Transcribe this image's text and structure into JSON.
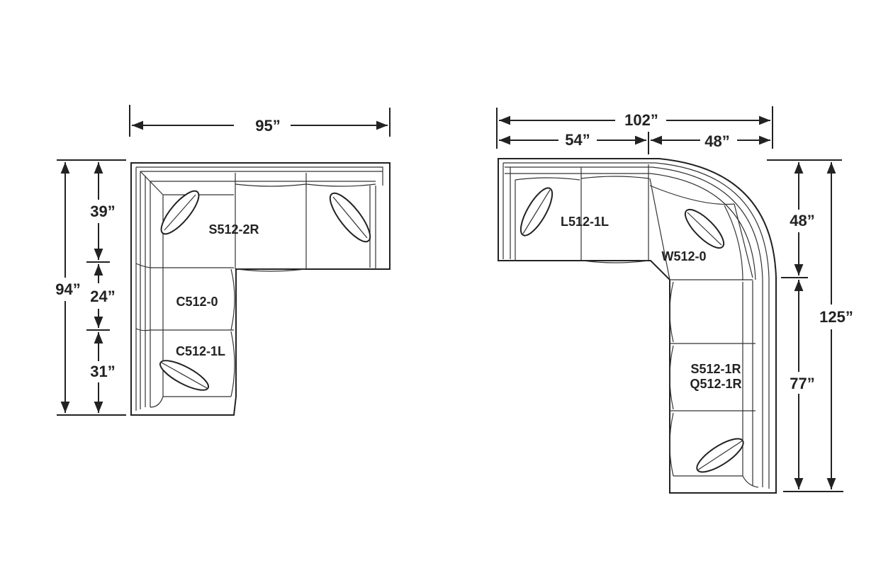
{
  "diagrams": {
    "left": {
      "overall_width": "95”",
      "overall_depth": "94”",
      "segment_1": "39”",
      "segment_2": "24”",
      "segment_3": "31”",
      "pieces": {
        "sofa": "S512-2R",
        "chair": "C512-0",
        "chaise": "C512-1L"
      }
    },
    "right": {
      "overall_width": "102”",
      "width_part_1": "54”",
      "width_part_2": "48”",
      "depth_part_1": "48”",
      "depth_part_2": "77”",
      "overall_depth": "125”",
      "pieces": {
        "loveseat": "L512-1L",
        "wedge": "W512-0",
        "sofa_line_1": "S512-1R",
        "sofa_line_2": "Q512-1R"
      }
    }
  },
  "colors": {
    "line": "#222222",
    "background": "#ffffff"
  }
}
